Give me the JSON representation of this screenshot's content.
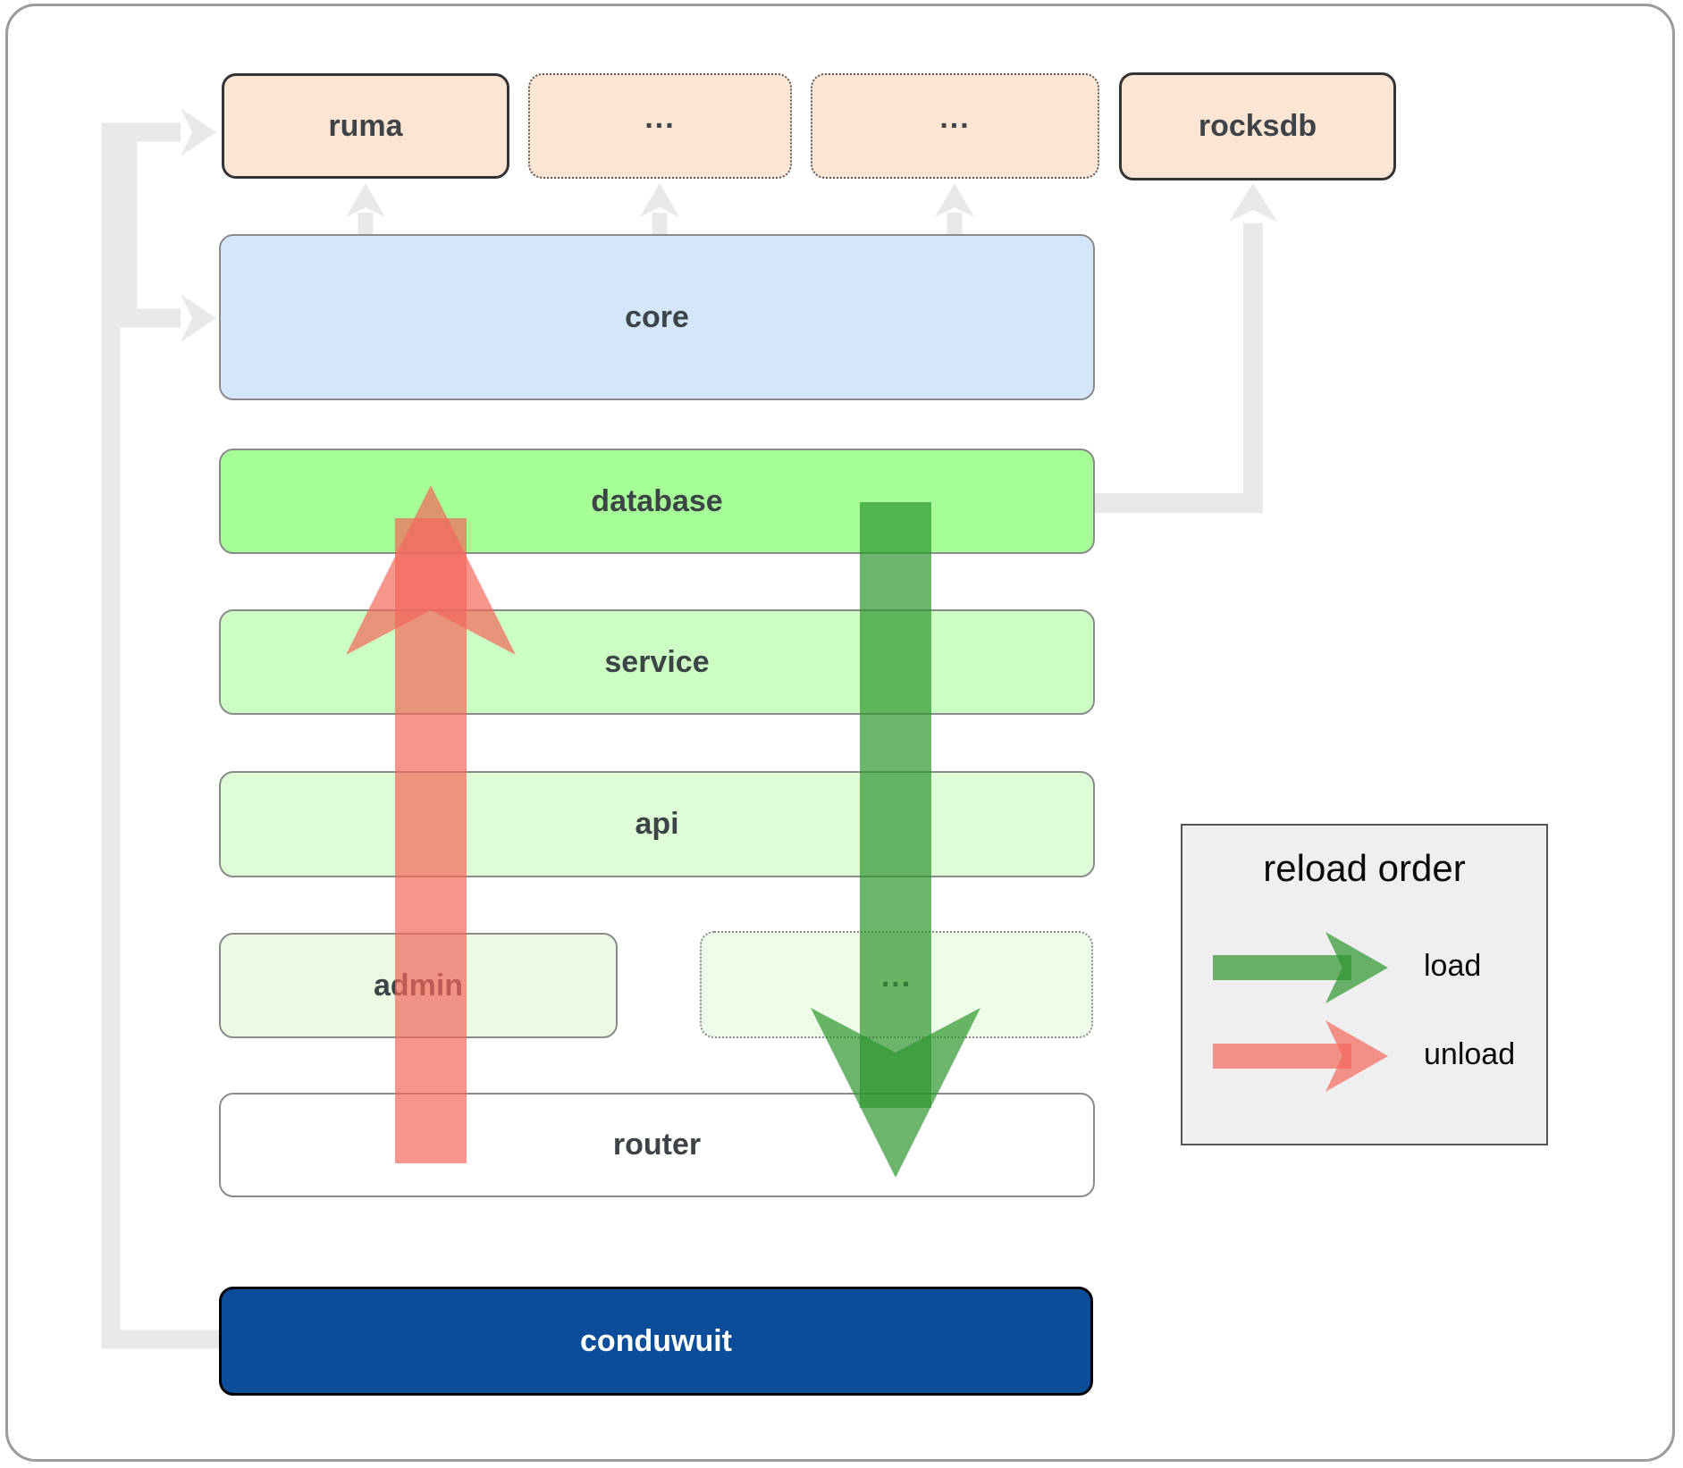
{
  "colors": {
    "load": "#2d952d",
    "unload": "#f3665b",
    "connector": "#e9e9e9",
    "module_bg": "#fce5d3",
    "core_bg": "#d3e6fa",
    "database_bg": "#a6fe97",
    "service_bg": "#ccfec3",
    "api_bg": "#defcd6",
    "admin_bg": "#eafae3",
    "dots_box_bg": "#edfce8",
    "router_bg": "#ffffff",
    "conduwuit_bg": "#0b4d99",
    "legend_bg": "#efefef"
  },
  "boxes": {
    "ruma": "ruma",
    "dots1": "...",
    "dots2": "...",
    "rocksdb": "rocksdb",
    "core": "core",
    "database": "database",
    "service": "service",
    "api": "api",
    "admin": "admin",
    "dots3": "...",
    "router": "router",
    "conduwuit": "conduwuit"
  },
  "legend": {
    "title": "reload order",
    "load_label": "load",
    "unload_label": "unload"
  }
}
